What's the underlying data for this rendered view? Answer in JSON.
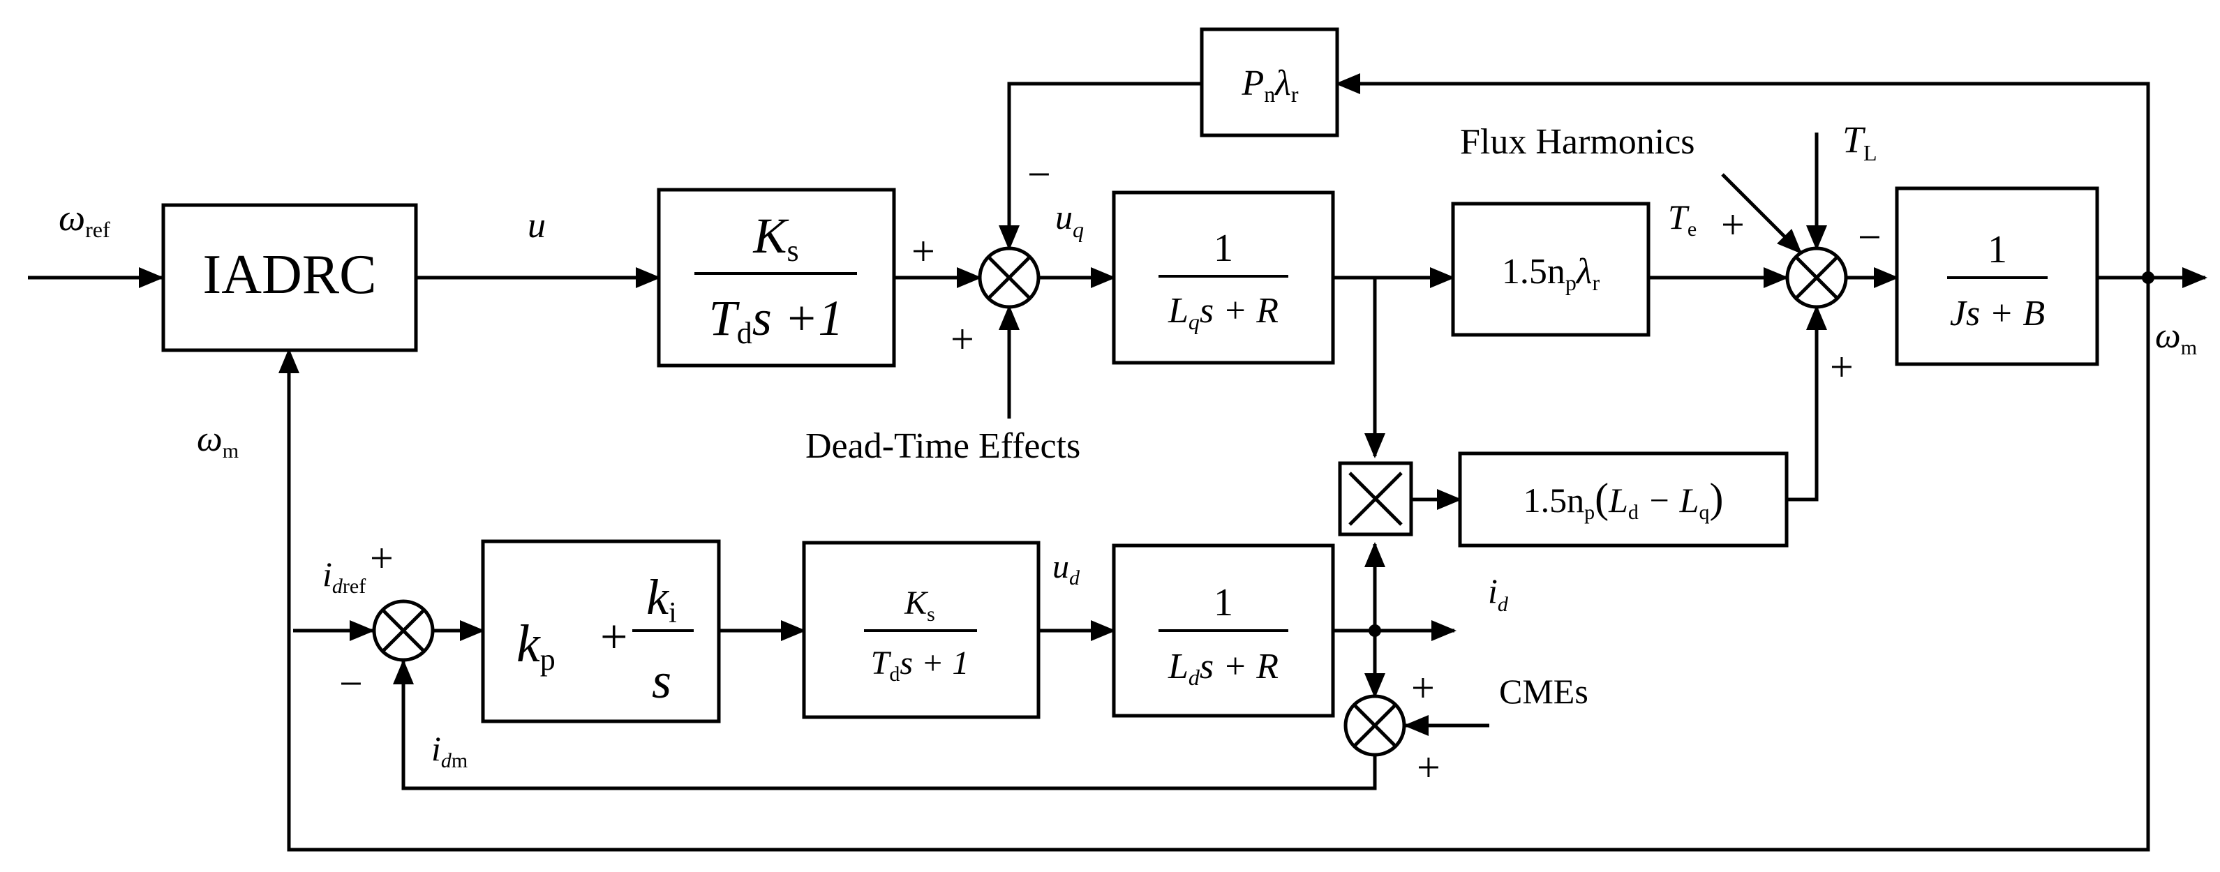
{
  "blocks": {
    "iadrc": "IADRC",
    "ks_big": {
      "num": "K",
      "num_sub": "s",
      "den_a": "T",
      "den_sub": "d",
      "den_b": "s +1"
    },
    "q_current": {
      "num": "1",
      "den_a": "L",
      "den_sub": "q",
      "den_b": "s + R"
    },
    "torque_gain": {
      "a": "1.5n",
      "sub": "p",
      "b": "λ",
      "sub2": "r"
    },
    "mech": {
      "num": "1",
      "den": "Js + B"
    },
    "pn_lambda": {
      "a": "P",
      "sub": "n",
      "b": "λ",
      "sub2": "r"
    },
    "reluct": {
      "a": "1.5n",
      "sub": "p",
      "l": "(",
      "b": "L",
      "sub2": "d",
      "c": " − L",
      "sub3": "q",
      "r": ")"
    },
    "pi": {
      "a": "k",
      "sub": "p",
      "plus": "+",
      "num": "k",
      "num_sub": "i",
      "den": "s"
    },
    "ks_small": {
      "num": "K",
      "num_sub": "s",
      "den_a": "T",
      "den_sub": "d",
      "den_b": "s + 1"
    },
    "d_current": {
      "num": "1",
      "den_a": "L",
      "den_sub": "d",
      "den_b": "s + R"
    }
  },
  "labels": {
    "omega_ref": {
      "main": "ω",
      "sub": "ref"
    },
    "u": "u",
    "uq": {
      "main": "u",
      "sub": "q"
    },
    "te": {
      "main": "T",
      "sub": "e"
    },
    "tl": {
      "main": "T",
      "sub": "L"
    },
    "omega_m_out": {
      "main": "ω",
      "sub": "m"
    },
    "omega_m_fb": {
      "main": "ω",
      "sub": "m"
    },
    "idref": {
      "main": "i",
      "sub": "d",
      "sub2": "ref"
    },
    "idm": {
      "main": "i",
      "sub": "d",
      "sub2": "m"
    },
    "ud": {
      "main": "u",
      "sub": "d"
    },
    "id": {
      "main": "i",
      "sub": "d"
    },
    "flux_harmonics": "Flux Harmonics",
    "dead_time": "Dead-Time Effects",
    "cmes": "CMEs"
  },
  "signs": {
    "s1_plus_left": "+",
    "s1_minus_top": "−",
    "s1_plus_bottom": "+",
    "s2_plus_left": "+",
    "s2_minus_right": "−",
    "s2_plus_bottom": "+",
    "s3_plus_top": "+",
    "s3_minus_left": "−",
    "s4_plus_top": "+",
    "s4_plus_bottom": "+"
  }
}
